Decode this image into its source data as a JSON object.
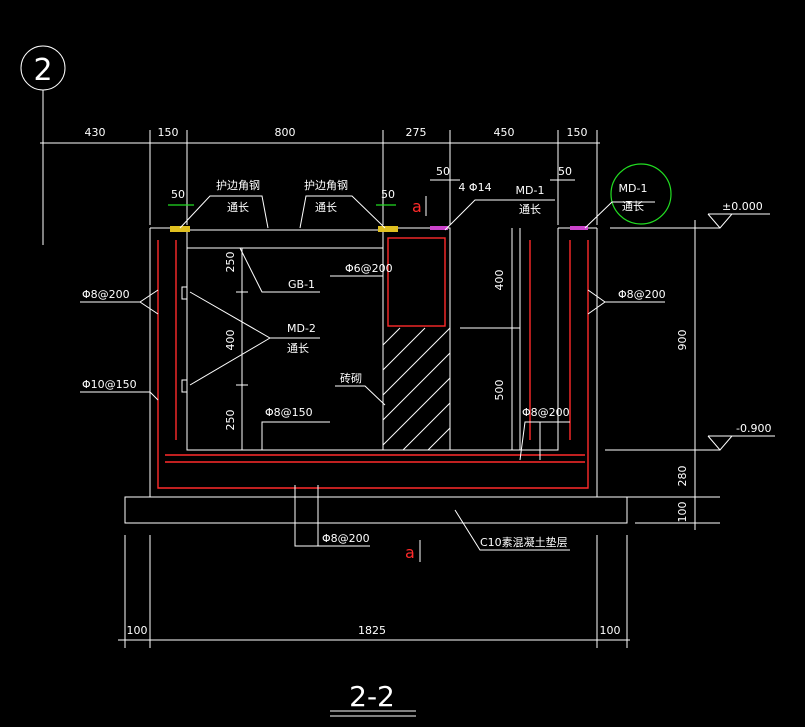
{
  "section_marker": "2",
  "section_title": "2-2",
  "cut_mark": "a",
  "top_dims": [
    "430",
    "150",
    "800",
    "275",
    "450",
    "150"
  ],
  "bottom_dims": [
    "100",
    "1825",
    "100"
  ],
  "right_dims": [
    "900",
    "280",
    "100"
  ],
  "elevations": {
    "top": "±0.000",
    "bottom": "-0.900"
  },
  "small_dims": {
    "d50_left": "50",
    "d50_mid": "50",
    "d50_upper": "50",
    "d50_right": "50",
    "d250_top": "250",
    "d400_mid": "400",
    "d250_bot": "250",
    "d400_right": "400",
    "d500_right": "500"
  },
  "labels": {
    "angle_steel_1": "护边角钢",
    "angle_steel_1_sub": "通长",
    "angle_steel_2": "护边角钢",
    "angle_steel_2_sub": "通长",
    "rebar_4phi14": "4 Φ14",
    "md1_mid": "MD-1",
    "md1_mid_sub": "通长",
    "md1_right": "MD-1",
    "md1_right_sub": "通长",
    "phi6": "Φ6@200",
    "gb1": "GB-1",
    "md2": "MD-2",
    "md2_sub": "通长",
    "phi8_left": "Φ8@200",
    "phi8_right": "Φ8@200",
    "phi10": "Φ10@150",
    "brick": "砖砌",
    "phi8_150": "Φ8@150",
    "phi8_200_inner": "Φ8@200",
    "phi8_200_bottom": "Φ8@200",
    "concrete": "C10素混凝土垫层"
  },
  "colors": {
    "outline": "#ffffff",
    "rebar": "#ff2a2a",
    "highlight": "#22dd22",
    "angle": "#e0c020",
    "plate": "#cc44cc"
  }
}
